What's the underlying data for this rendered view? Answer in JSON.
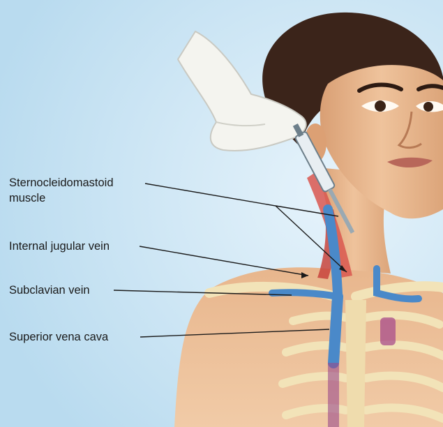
{
  "labels": {
    "sternocleidomastoid_line1": "Sternocleidomastoid",
    "sternocleidomastoid_line2": "muscle",
    "internal_jugular_vein": "Internal jugular vein",
    "subclavian_vein": "Subclavian vein",
    "superior_vena_cava": "Superior vena cava"
  },
  "colors": {
    "background": "#bfe0f2",
    "skin": "#e9b98f",
    "hair": "#3b241a",
    "glove": "#f4f4ef",
    "vein": "#4a89c9",
    "muscle": "#d9574f",
    "bone": "#f2e3b8",
    "leader_line": "#1a1a1a"
  }
}
